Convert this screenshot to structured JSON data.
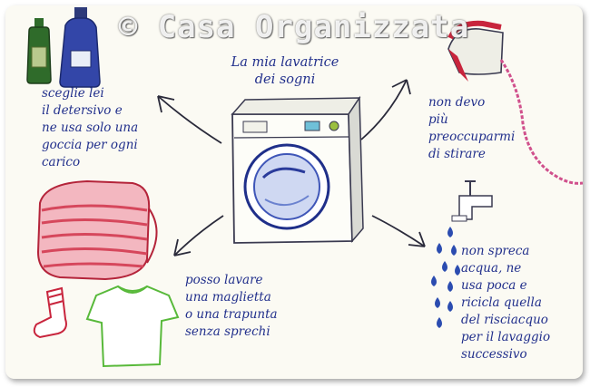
{
  "watermark": "© Casa Organizzata",
  "center": {
    "title": "La mia lavatrice\ndei sogni"
  },
  "notes": {
    "detergent": "sceglie lei\nil detersivo e\nne usa solo una\ngoccia per ogni\ncarico",
    "iron": "non devo\npiù\npreoccuparmi\ndi stirare",
    "laundry": "posso lavare\nuna maglietta\no una trapunta\nsenza sprechi",
    "water": "non spreca\nacqua, ne\nusa poca e\nricicla quella\ndel risciacquo\nper il lavaggio\nsuccessivo"
  },
  "colors": {
    "ink": "#22308c",
    "paper": "#fbfaf3",
    "bottle_green": "#2f6b2a",
    "bottle_blue": "#3346a8",
    "duvet_red": "#d6475c",
    "iron_cord": "#d0508c",
    "drop_blue": "#2b4cb0",
    "shirt_green": "#58b93a"
  },
  "icons": [
    "detergent-bottles-icon",
    "washing-machine-icon",
    "iron-icon",
    "faucet-icon",
    "water-drops-icon",
    "folded-duvet-icon",
    "t-shirt-icon",
    "sock-icon",
    "arrow-icon"
  ]
}
